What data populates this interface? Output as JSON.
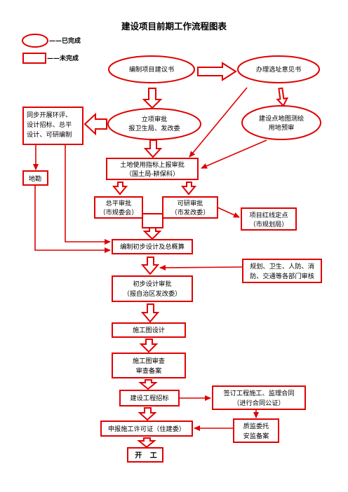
{
  "title": "建设项目前期工作流程图表",
  "legend": {
    "completed": "——已完成",
    "incomplete": "——未完成"
  },
  "nodes": {
    "proposal": "编制项目建议书",
    "site_opinion": [
      "办理选址意见书"
    ],
    "approval": [
      "立项审批",
      "报卫生局、发改委"
    ],
    "survey": [
      "建设点地图测绘",
      "用地预审"
    ],
    "parallel": [
      "同步开展环评、",
      "设计招标、总平",
      "设计、可研编制"
    ],
    "land_use": [
      "土地使用指标上报审批",
      "（国土局-耕保科）"
    ],
    "geo": "地勘",
    "master_plan": [
      "总平审批",
      "（市规委会）"
    ],
    "feasibility": [
      "可研审批",
      "（市发改委）"
    ],
    "redline": [
      "项目红线定点",
      "（市规划局）"
    ],
    "prelim_design": "编制初步设计及总概算",
    "dept_review": [
      "规划、卫生、人防、消",
      "防、交通等各部门审核"
    ],
    "prelim_approval": [
      "初步设计审批",
      "（报自治区发改委）"
    ],
    "construction_design": "施工图设计",
    "drawing_review": [
      "施工图审查",
      "审查备案"
    ],
    "bidding": "建设工程招标",
    "contracts": [
      "签订工程施工、监理合同",
      "（进行合同公证）"
    ],
    "permit": "申报施工许可证（住建委）",
    "quality": [
      "质监委托",
      "安监备案"
    ],
    "start": "开 工"
  }
}
